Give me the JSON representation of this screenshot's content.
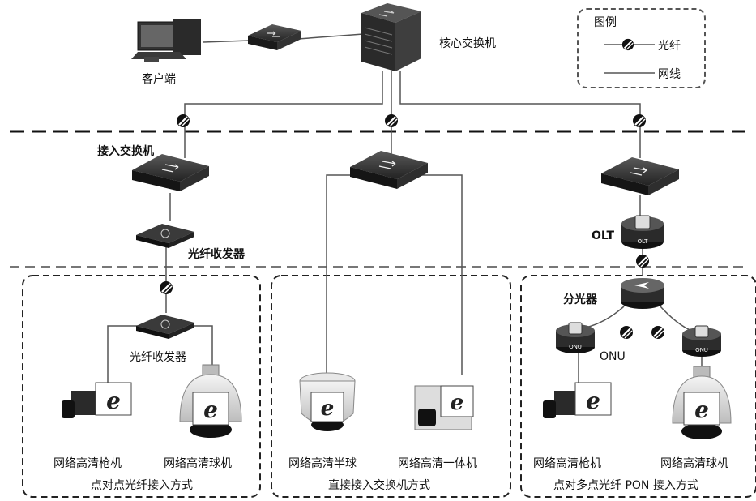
{
  "legend": {
    "title": "图例",
    "fiber": "光纤",
    "cable": "网线"
  },
  "core": {
    "switch_label": "核心交换机",
    "client_label": "客户端"
  },
  "tier": {
    "access_switch_label": "接入交换机",
    "transceiver_top": "光纤收发器",
    "olt_label": "OLT"
  },
  "zones": [
    {
      "title": "点对点光纤接入方式",
      "transceiver": "光纤收发器",
      "cam1": "网络高清枪机",
      "cam2": "网络高清球机"
    },
    {
      "title": "直接接入交换机方式",
      "cam1": "网络高清半球",
      "cam2": "网络高清一体机"
    },
    {
      "title": "点对多点光纤 PON 接入方式",
      "splitter": "分光器",
      "onu": "ONU",
      "onu_tag": "ONU",
      "olt_tag": "OLT",
      "cam1": "网络高清枪机",
      "cam2": "网络高清球机"
    }
  ],
  "icon_text": {
    "e": "e"
  }
}
